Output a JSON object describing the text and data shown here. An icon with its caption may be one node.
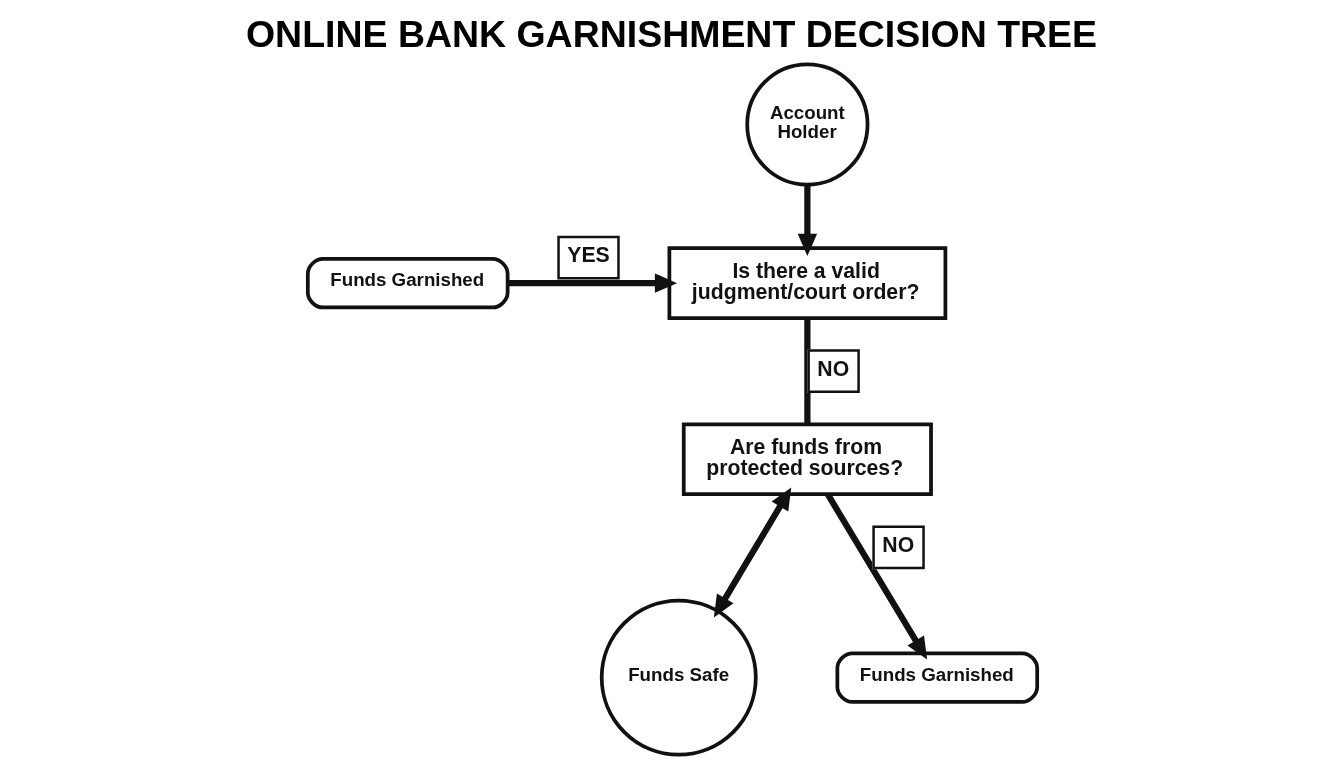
{
  "diagram": {
    "title": "ONLINE BANK GARNISHMENT DECISION TREE",
    "nodes": [
      {
        "text": [
          "Account Holder"
        ]
      },
      {
        "text": [
          "Is there a valid judgment/court order?"
        ]
      },
      {
        "text": [
          "Funds Garnished"
        ]
      },
      {
        "text": [
          "Are funds from protected sources?"
        ]
      },
      {
        "text": [
          "Funds Safe"
        ]
      },
      {
        "text": [
          "Funds Garnished"
        ]
      }
    ],
    "edges": [
      {
        "from": 0,
        "to": 1,
        "arrow": "to"
      },
      {
        "from": 2,
        "to": 1,
        "arrow": "to",
        "label": "YES"
      },
      {
        "from": 1,
        "to": 3,
        "arrow": "none",
        "label": "NO"
      },
      {
        "from": 3,
        "to": 4,
        "arrow": "both"
      },
      {
        "from": 3,
        "to": 5,
        "arrow": "to",
        "label": "NO"
      }
    ]
  }
}
